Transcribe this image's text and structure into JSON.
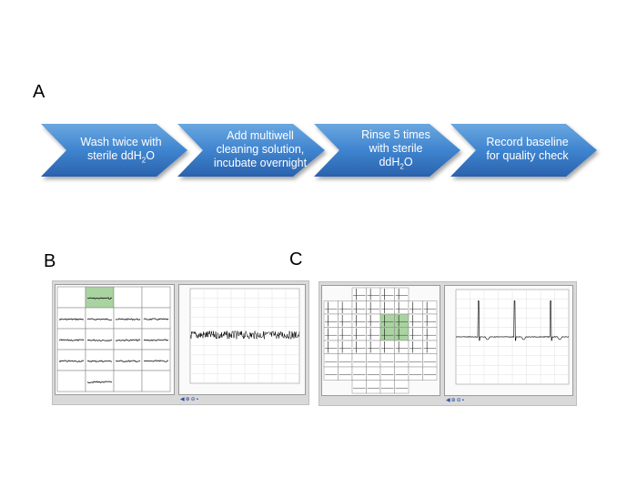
{
  "panels": {
    "a": "A",
    "b": "B",
    "c": "C"
  },
  "steps": [
    {
      "line1": "Wash twice with",
      "line2": "sterile ddH",
      "sub": "2",
      "tail": "O"
    },
    {
      "line1": "Add multiwell",
      "line2": "cleaning solution,",
      "line3": "incubate overnight"
    },
    {
      "line1": "Rinse 5 times",
      "line2": "with sterile",
      "line3": "ddH",
      "sub": "2",
      "tail": "O"
    },
    {
      "line1": "Record baseline",
      "line2": "for quality check"
    }
  ],
  "colors": {
    "arrow_top": "#5b9bd5",
    "arrow_bottom": "#2e6bb5",
    "highlight": "#a9d3a0"
  },
  "icons": [
    "nav-arrow-icon",
    "zoom-in-icon",
    "zoom-out-icon",
    "save-icon"
  ]
}
